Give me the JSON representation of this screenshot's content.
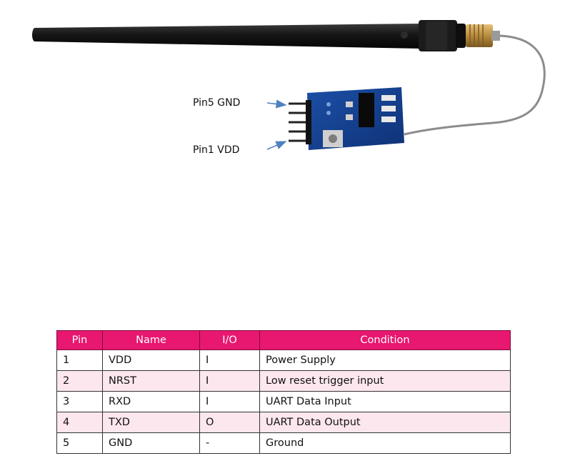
{
  "figure": {
    "labels": {
      "pin5": "Pin5 GND",
      "pin1": "Pin1 VDD"
    },
    "colors": {
      "antenna": "#141414",
      "board": "#14408e",
      "arrow": "#4f81bd",
      "cable": "#8c8c8c",
      "brass": "#b88a3c"
    }
  },
  "pin_table": {
    "header": {
      "pin": "Pin",
      "name": "Name",
      "io": "I/O",
      "condition": "Condition"
    },
    "header_color": "#e8176f",
    "rows": [
      {
        "pin": "1",
        "name": "VDD",
        "io": "I",
        "condition": "Power Supply"
      },
      {
        "pin": "2",
        "name": "NRST",
        "io": "I",
        "condition": "Low reset trigger input"
      },
      {
        "pin": "3",
        "name": "RXD",
        "io": "I",
        "condition": "UART Data Input"
      },
      {
        "pin": "4",
        "name": "TXD",
        "io": "O",
        "condition": "UART Data Output"
      },
      {
        "pin": "5",
        "name": "GND",
        "io": "-",
        "condition": "Ground"
      }
    ]
  }
}
